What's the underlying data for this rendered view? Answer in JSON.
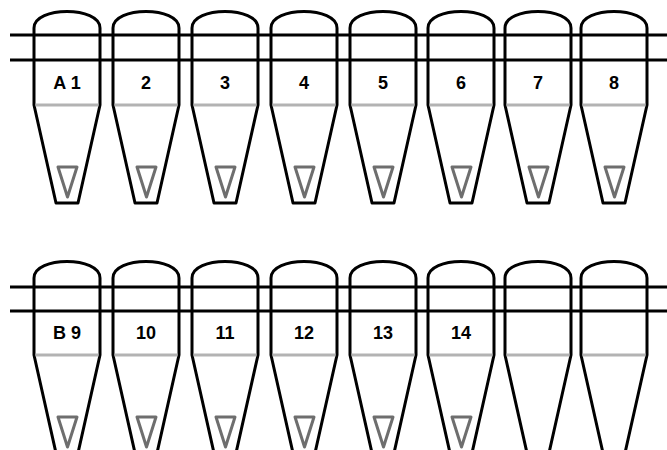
{
  "diagram": {
    "nodes": [
      {
        "text": [
          "A 1"
        ]
      },
      {
        "text": [
          "2"
        ]
      },
      {
        "text": [
          "3"
        ]
      },
      {
        "text": [
          "4"
        ]
      },
      {
        "text": [
          "5"
        ]
      },
      {
        "text": [
          "6"
        ]
      },
      {
        "text": [
          "7"
        ]
      },
      {
        "text": [
          "8"
        ]
      },
      {
        "text": [
          "B 9"
        ]
      },
      {
        "text": [
          "10"
        ]
      },
      {
        "text": [
          "11"
        ]
      },
      {
        "text": [
          "12"
        ]
      },
      {
        "text": [
          "13"
        ]
      },
      {
        "text": [
          "14"
        ]
      }
    ]
  }
}
